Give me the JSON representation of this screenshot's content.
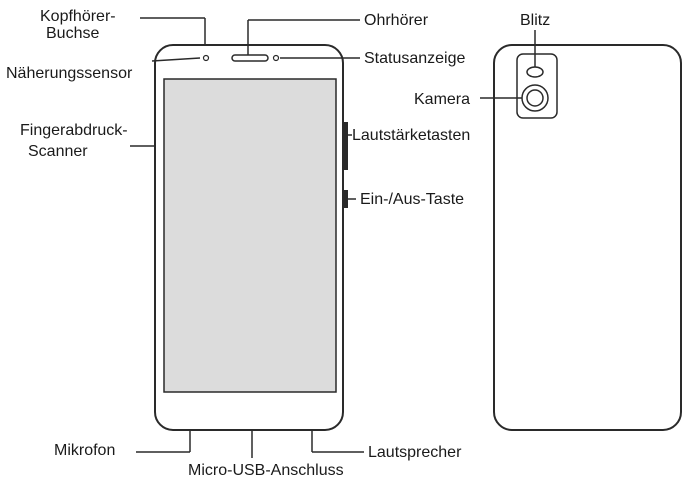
{
  "labels": {
    "headphone_jack_line1": "Kopfhörer-",
    "headphone_jack_line2": "Buchse",
    "proximity_sensor": "Näherungssensor",
    "fingerprint_line1": "Fingerabdruck-",
    "fingerprint_line2": "Scanner",
    "earpiece": "Ohrhörer",
    "status_indicator": "Statusanzeige",
    "volume_keys": "Lautstärketasten",
    "power_key": "Ein-/Aus-Taste",
    "microphone": "Mikrofon",
    "micro_usb": "Micro-USB-Anschluss",
    "speaker": "Lautsprecher",
    "flash": "Blitz",
    "camera": "Kamera"
  }
}
